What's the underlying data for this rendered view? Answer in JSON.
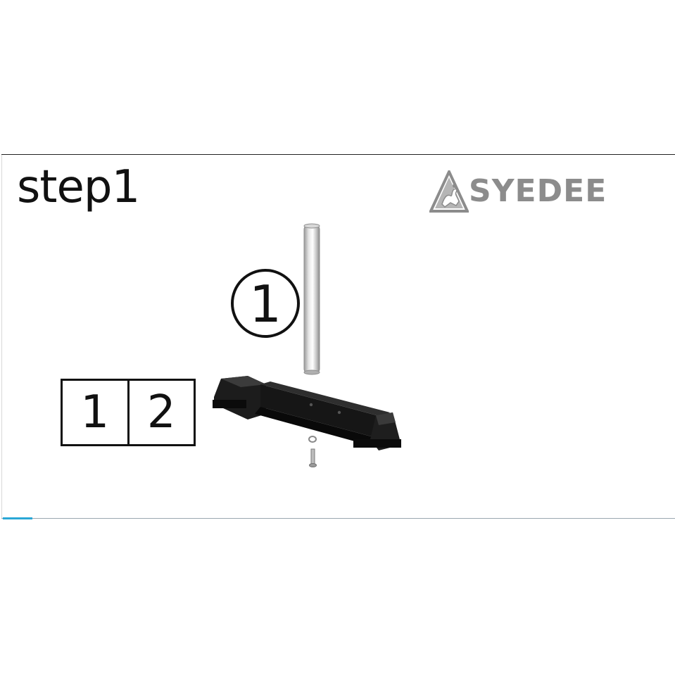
{
  "slide": {
    "title": "step1",
    "brand": "SYEDEE",
    "part_callout": "①",
    "part_numbers": [
      "1",
      "2"
    ]
  },
  "colors": {
    "text": "#111111",
    "brand_gray": "#8c8c8c",
    "progress_accent": "#2aa7d6",
    "part_black": "#151515",
    "tube_silver": "#c9c9c9"
  },
  "icons": {
    "logo_mark": "climber-on-mountain-icon"
  }
}
